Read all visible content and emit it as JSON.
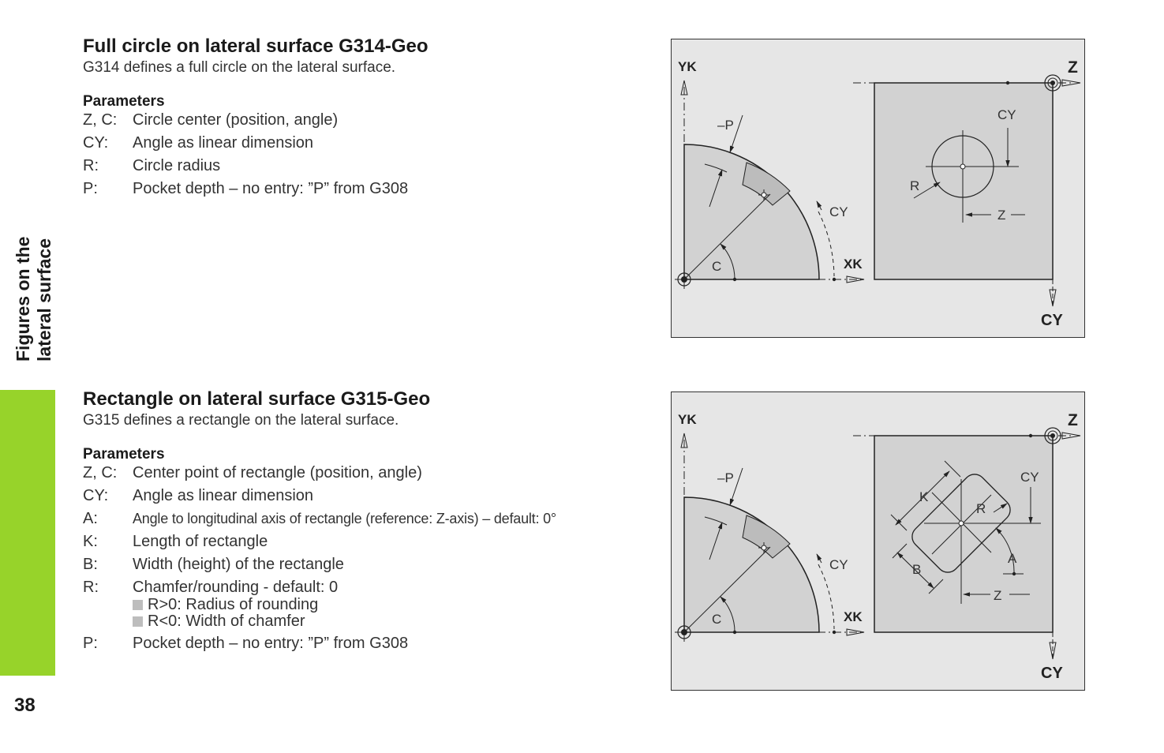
{
  "sidebar": {
    "label_line1": "Figures on the",
    "label_line2": "lateral surface"
  },
  "page_number": "38",
  "sections": [
    {
      "title": "Full circle on lateral surface G314-Geo",
      "description": "G314 defines a full circle on the lateral surface.",
      "params_title": "Parameters",
      "params": [
        {
          "key": "Z, C:",
          "value": "Circle center (position, angle)"
        },
        {
          "key": "CY:",
          "value": "Angle as linear dimension"
        },
        {
          "key": "R:",
          "value": "Circle radius"
        },
        {
          "key": "P:",
          "value": "Pocket depth – no entry: ”P” from G308"
        }
      ]
    },
    {
      "title": "Rectangle on lateral surface G315-Geo",
      "description": "G315 defines a rectangle on the lateral surface.",
      "params_title": "Parameters",
      "params": [
        {
          "key": "Z, C:",
          "value": "Center point of rectangle (position, angle)"
        },
        {
          "key": "CY:",
          "value": "Angle as linear dimension"
        },
        {
          "key": "A:",
          "value": "Angle to longitudinal axis of rectangle (reference: Z-axis) – default: 0°"
        },
        {
          "key": "K:",
          "value": "Length of rectangle"
        },
        {
          "key": "B:",
          "value": "Width (height) of the rectangle"
        },
        {
          "key": "R:",
          "value": "Chamfer/rounding - default: 0",
          "sub": [
            "R>0: Radius of rounding",
            "R<0: Width of chamfer"
          ]
        },
        {
          "key": "P:",
          "value": "Pocket depth – no entry: ”P” from G308"
        }
      ]
    }
  ],
  "figure1": {
    "labels": {
      "yk": "YK",
      "z": "Z",
      "xk": "XK",
      "cy_axis": "CY",
      "p": "–P",
      "cy_arc": "CY",
      "c": "C",
      "cy_dim": "CY",
      "r": "R",
      "z_dim": "Z"
    }
  },
  "figure2": {
    "labels": {
      "yk": "YK",
      "z": "Z",
      "xk": "XK",
      "cy_axis": "CY",
      "p": "–P",
      "cy_arc": "CY",
      "c": "C",
      "cy_dim": "CY",
      "k": "K",
      "r": "R",
      "a": "A",
      "b": "B",
      "z_dim": "Z"
    }
  },
  "colors": {
    "accent_green": "#97d32a",
    "figure_bg": "#e6e6e6",
    "shape_fill": "#d2d2d2",
    "band_fill": "#bcbcbc"
  }
}
